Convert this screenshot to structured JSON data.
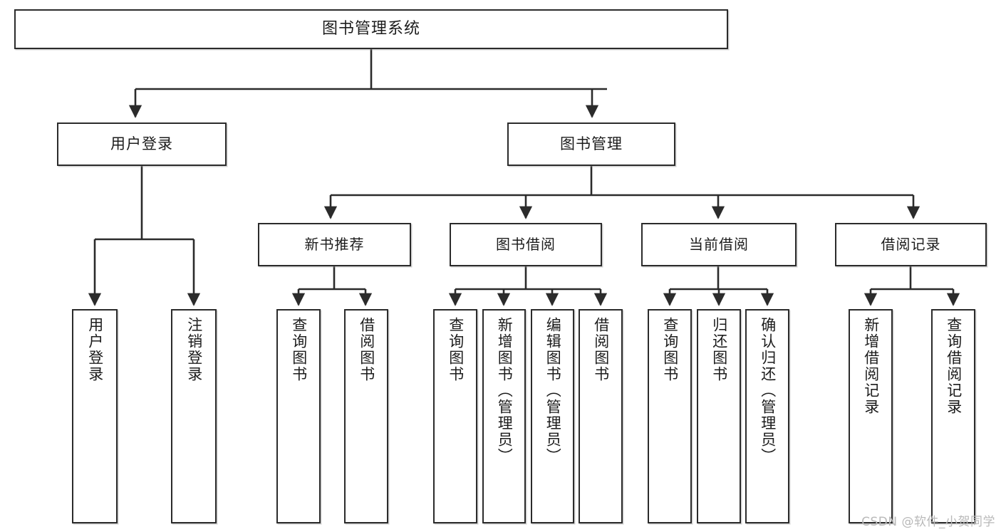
{
  "diagram": {
    "title": "图书管理系统",
    "type": "tree",
    "colors": {
      "box_border": "#2b2b2b",
      "box_fill": "#ffffff",
      "connector": "#2b2b2b",
      "background": "#ffffff",
      "watermark": "#b9b9b9"
    },
    "root": {
      "label": "图书管理系统"
    },
    "level1": [
      {
        "label": "用户登录"
      },
      {
        "label": "图书管理"
      }
    ],
    "level2": [
      {
        "label": "新书推荐"
      },
      {
        "label": "图书借阅"
      },
      {
        "label": "当前借阅"
      },
      {
        "label": "借阅记录"
      }
    ],
    "leaves": {
      "user_login": [
        {
          "label": "用户登录"
        },
        {
          "label": "注销登录"
        }
      ],
      "new_book_recommend": [
        {
          "label": "查询图书"
        },
        {
          "label": "借阅图书"
        }
      ],
      "book_borrow": [
        {
          "label": "查询图书"
        },
        {
          "label": "新增图书（管理员）"
        },
        {
          "label": "编辑图书（管理员）"
        },
        {
          "label": "借阅图书"
        }
      ],
      "current_borrow": [
        {
          "label": "查询图书"
        },
        {
          "label": "归还图书"
        },
        {
          "label": "确认归还（管理员）"
        }
      ],
      "borrow_record": [
        {
          "label": "新增借阅记录"
        },
        {
          "label": "查询借阅记录"
        }
      ]
    }
  },
  "watermark": {
    "text": "CSDN @软件_小贺同学"
  }
}
